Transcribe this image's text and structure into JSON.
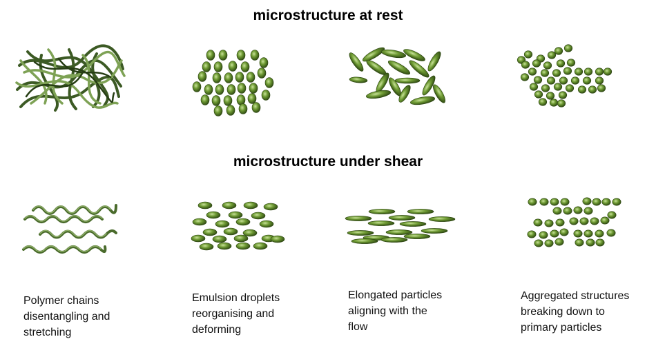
{
  "diagram": {
    "title_rest": "microstructure at rest",
    "title_shear": "microstructure under shear",
    "panels": [
      {
        "id": "polymer",
        "caption": "Polymer chains\ndisentangling and\nstretching"
      },
      {
        "id": "emulsion",
        "caption": "Emulsion droplets\nreorganising and\ndeforming"
      },
      {
        "id": "elongated",
        "caption": "Elongated particles\naligning with the\nflow"
      },
      {
        "id": "aggregated",
        "caption": "Aggregated structures\nbreaking down to\nprimary particles"
      }
    ]
  },
  "colors": {
    "particle_dark": "#2f4a12",
    "particle_mid": "#5f8a2a",
    "particle_light": "#b8d88a",
    "chain_dark": "#2f4a1c",
    "chain_mid": "#6b8f45",
    "chain_light": "#9cb878"
  }
}
